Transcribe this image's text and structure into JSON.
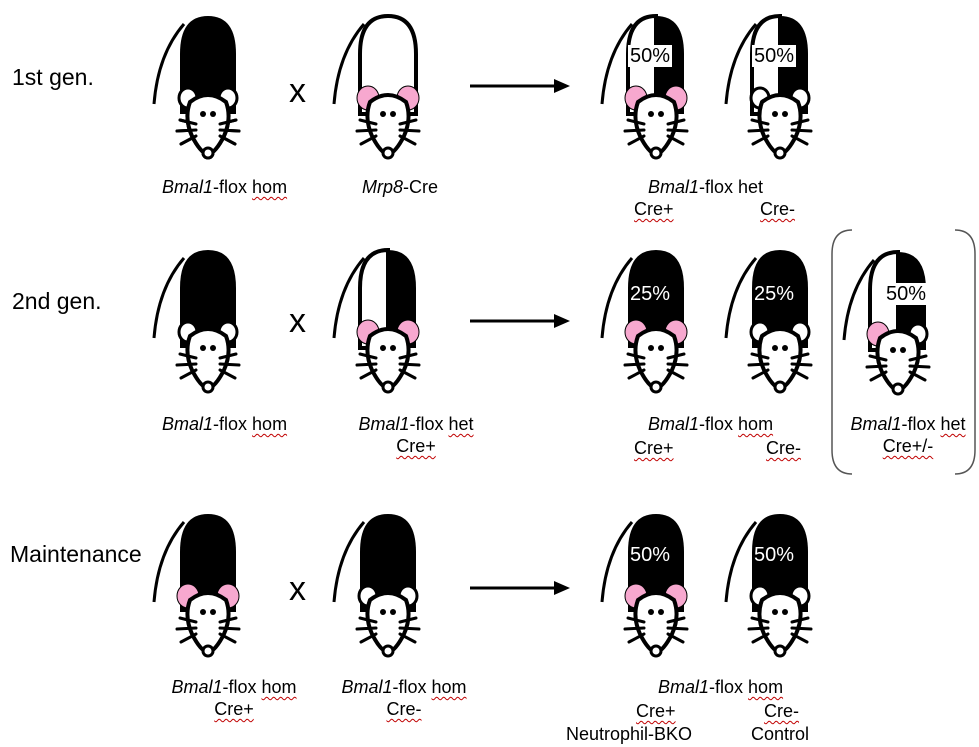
{
  "rows": [
    {
      "label": "1st gen.",
      "cross": "x",
      "parents": [
        {
          "pre": "Bmal1",
          "post": "-flox ",
          "sq": "hom",
          "line2": ""
        },
        {
          "pre": "Mrp8",
          "post": "-Cre",
          "sq": "",
          "line2": ""
        }
      ],
      "offspring_pre": "Bmal1",
      "offspring_post": "-flox het",
      "offspring_cre": [
        "Cre+",
        "Cre-"
      ],
      "pcts": [
        "50%",
        "50%"
      ]
    },
    {
      "label": "2nd gen.",
      "cross": "x",
      "parents": [
        {
          "pre": "Bmal1",
          "post": "-flox ",
          "sq": "hom",
          "line2": ""
        },
        {
          "pre": "Bmal1",
          "post": "-flox ",
          "sq": "het",
          "line2": "Cre+"
        }
      ],
      "offspring_pre": "Bmal1",
      "offspring_post": "-flox ",
      "offspring_sq": "hom",
      "offspring_cre": [
        "Cre+",
        "Cre-"
      ],
      "pcts": [
        "25%",
        "25%"
      ],
      "extra": {
        "pre": "Bmal1",
        "post": "-flox ",
        "sq": "het",
        "cre": "Cre+/-",
        "pct": "50%"
      }
    },
    {
      "label": "Maintenance",
      "cross": "x",
      "parents": [
        {
          "pre": "Bmal1",
          "post": "-flox ",
          "sq": "hom",
          "line2": "Cre+"
        },
        {
          "pre": "Bmal1",
          "post": "-flox ",
          "sq": "hom",
          "line2": "Cre-"
        }
      ],
      "offspring_pre": "Bmal1",
      "offspring_post": "-flox ",
      "offspring_sq": "hom",
      "offspring_cre": [
        "Cre+",
        "Cre-"
      ],
      "offspring_names": [
        "Neutrophil-BKO",
        "Control"
      ],
      "pcts": [
        "50%",
        "50%"
      ]
    }
  ],
  "colors": {
    "fur": "#000000",
    "ear": "#f7a8cf",
    "face": "#ffffff",
    "squiggle": "#c00000"
  }
}
